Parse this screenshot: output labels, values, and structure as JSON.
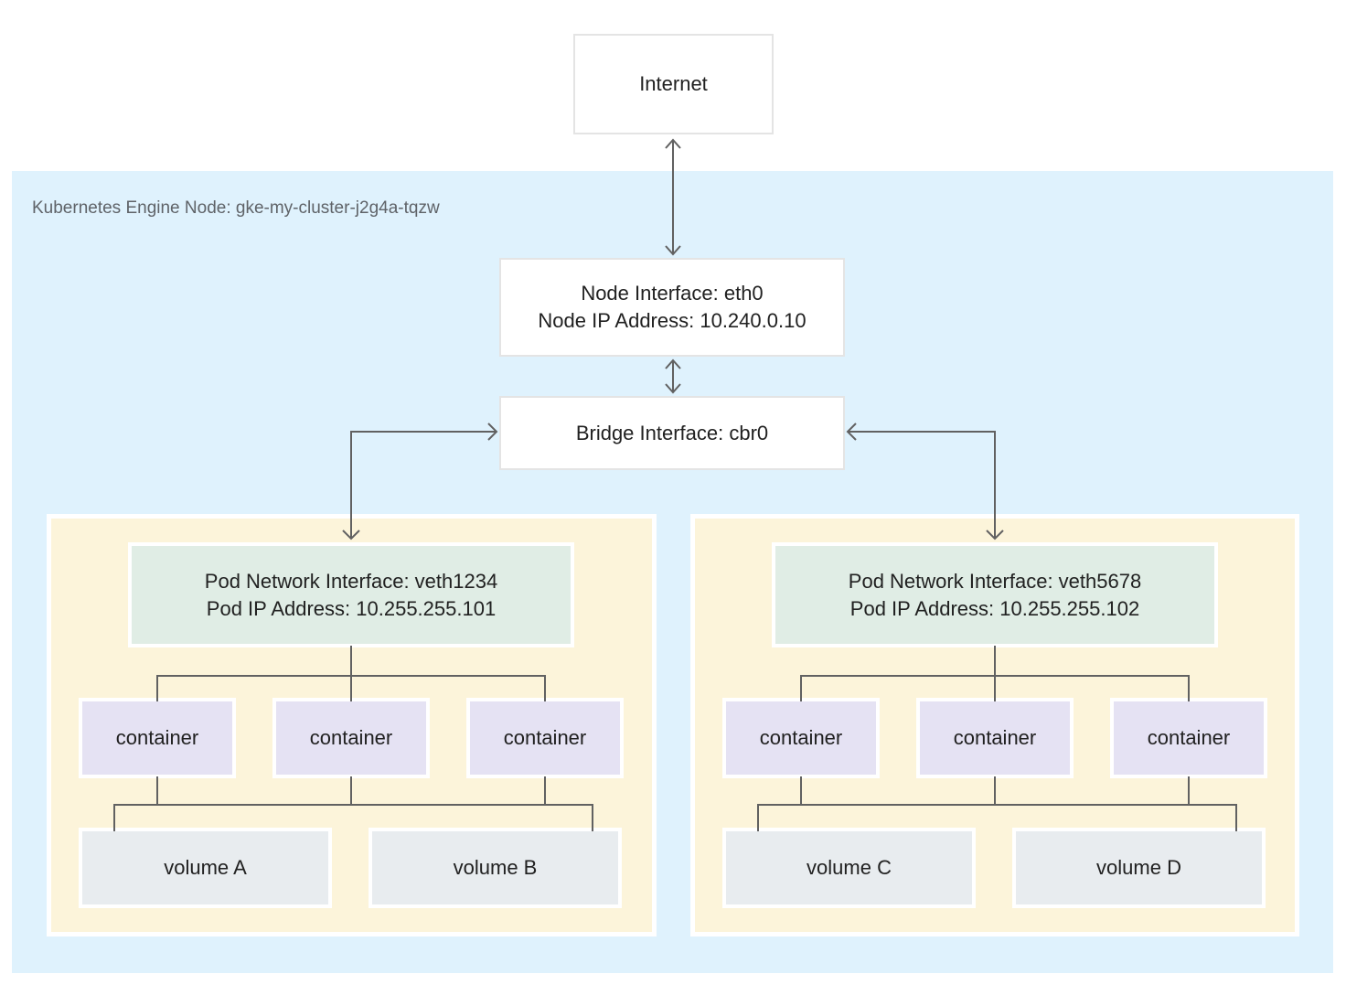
{
  "internet": {
    "label": "Internet"
  },
  "node": {
    "label": "Kubernetes Engine Node: gke-my-cluster-j2g4a-tqzw",
    "interface": {
      "line1": "Node Interface: eth0",
      "line2": "Node IP Address: 10.240.0.10"
    },
    "bridge": {
      "label": "Bridge Interface: cbr0"
    }
  },
  "pods": [
    {
      "interface": {
        "line1": "Pod Network Interface: veth1234",
        "line2": "Pod IP Address: 10.255.255.101"
      },
      "containers": [
        "container",
        "container",
        "container"
      ],
      "volumes": [
        "volume A",
        "volume B"
      ]
    },
    {
      "interface": {
        "line1": "Pod Network Interface: veth5678",
        "line2": "Pod IP Address: 10.255.255.102"
      },
      "containers": [
        "container",
        "container",
        "container"
      ],
      "volumes": [
        "volume C",
        "volume D"
      ]
    }
  ],
  "colors": {
    "node_bg": "#dff2fd",
    "pod_bg": "#fcf4da",
    "interface_bg": "#e0ede5",
    "container_bg": "#e5e2f3",
    "volume_bg": "#e8ecef",
    "box_border": "#e4e4e4",
    "line": "#616161",
    "text": "#212121",
    "label_text": "#5f6368"
  }
}
